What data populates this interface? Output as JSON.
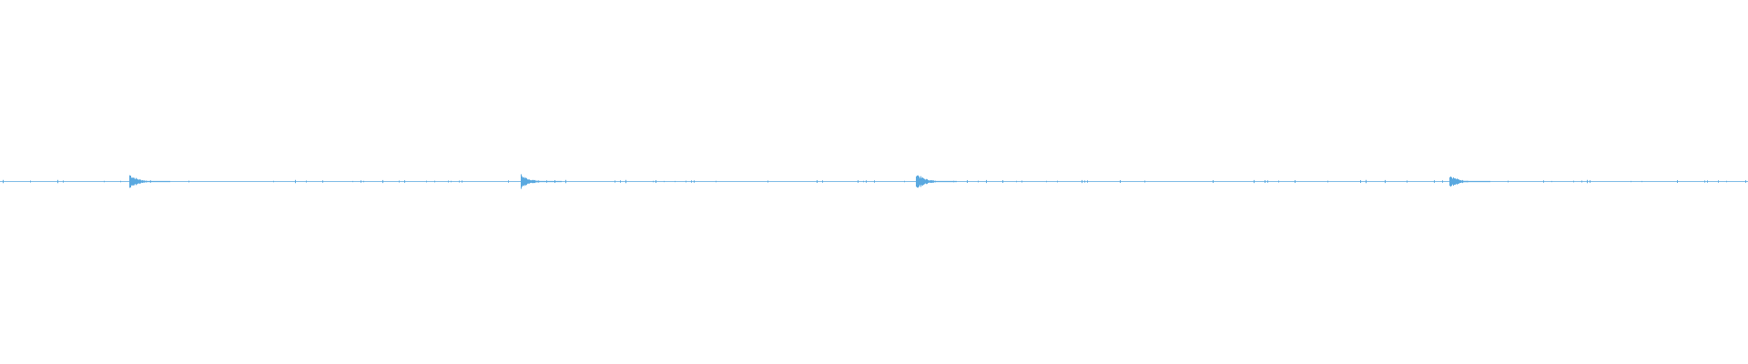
{
  "waveform": {
    "color": "#5aa9e0",
    "baseline_color": "#7dbbe6",
    "background": "#ffffff",
    "normalized_bursts": [
      {
        "at": 0.074,
        "peak": 0.045
      },
      {
        "at": 0.298,
        "peak": 0.042
      },
      {
        "at": 0.524,
        "peak": 0.052
      },
      {
        "at": 0.829,
        "peak": 0.04
      }
    ]
  }
}
